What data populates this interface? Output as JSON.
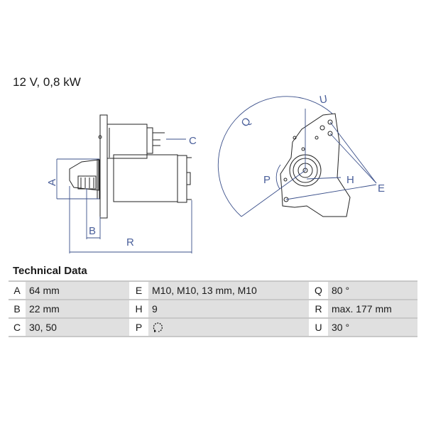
{
  "spec_line": "12 V, 0,8 kW",
  "drawing": {
    "labels": {
      "A": "A",
      "B": "B",
      "C": "C",
      "R": "R",
      "Q": "Q",
      "U": "U",
      "P": "P",
      "H": "H",
      "E": "E"
    }
  },
  "technical_data": {
    "title": "Technical Data",
    "rows": [
      [
        {
          "label": "A",
          "value": "64 mm"
        },
        {
          "label": "E",
          "value": "M10, M10, 13 mm, M10"
        },
        {
          "label": "Q",
          "value": "80 °"
        }
      ],
      [
        {
          "label": "B",
          "value": "22 mm"
        },
        {
          "label": "H",
          "value": "9"
        },
        {
          "label": "R",
          "value": "max. 177 mm"
        }
      ],
      [
        {
          "label": "C",
          "value": "30, 50"
        },
        {
          "label": "P",
          "value": "",
          "icon": "counterclockwise-rotation-icon"
        },
        {
          "label": "U",
          "value": "30 °"
        }
      ]
    ]
  },
  "colors": {
    "dimension_lines": "#3a4f8a",
    "row_fill": "#e0e0e0",
    "row_border": "#c8c8c8"
  }
}
